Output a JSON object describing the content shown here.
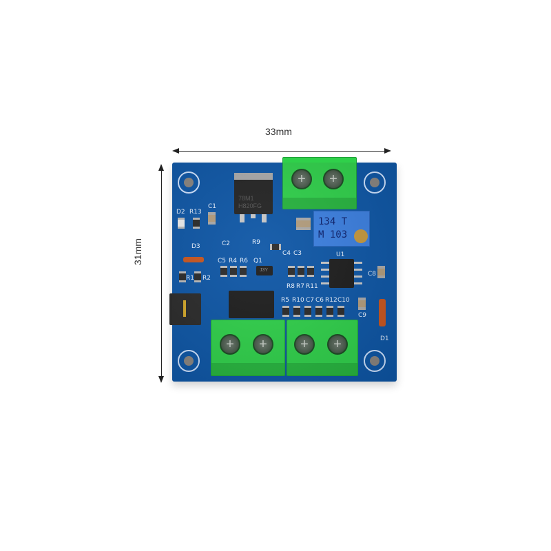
{
  "image": {
    "subject": "PWM to voltage converter module PCB",
    "background": "#ffffff",
    "pcb_color": "#0d56a6"
  },
  "dimensions": {
    "width_label": "33mm",
    "height_label": "31mm"
  },
  "regulator": {
    "line1": "78M1",
    "line2": "H820FG"
  },
  "potentiometer": {
    "line1": "134  T",
    "line2": "M 103"
  },
  "silkscreen": {
    "d2": "D2",
    "r13": "R13",
    "c1": "C1",
    "d3": "D3",
    "c2": "C2",
    "r9": "R9",
    "c5": "C5",
    "r4": "R4",
    "r6": "R6",
    "q1": "Q1",
    "r1": "R1",
    "r2": "R2",
    "c4": "C4",
    "c3": "C3",
    "u1": "U1",
    "c8": "C8",
    "r8": "R8",
    "r7": "R7",
    "r11": "R11",
    "r5": "R5",
    "r10": "R10",
    "c7": "C7",
    "c6": "C6",
    "r12": "R12",
    "c10": "C10",
    "c9": "C9",
    "d1": "D1"
  },
  "transistor_marking": "J3Y"
}
